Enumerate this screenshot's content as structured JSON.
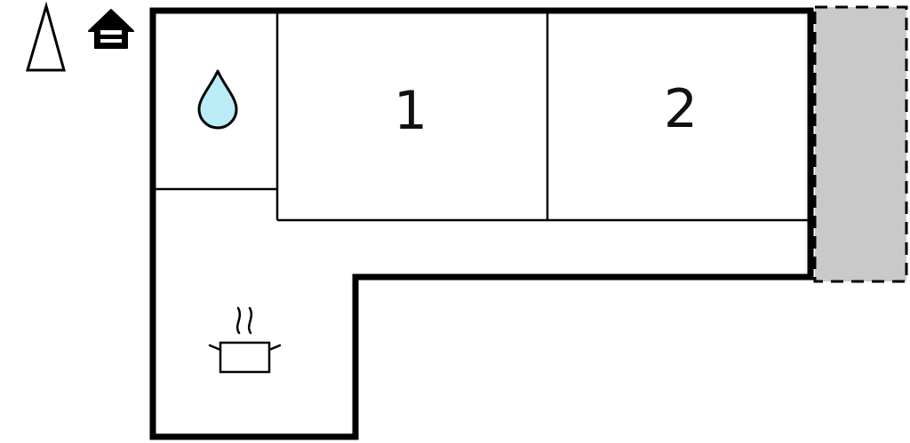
{
  "plan": {
    "title": "floor-plan",
    "rooms": [
      {
        "id": "room-1",
        "label": "1"
      },
      {
        "id": "room-2",
        "label": "2"
      }
    ],
    "icons": {
      "north_arrow": "north-arrow-icon",
      "house": "house-icon",
      "water_drop": "water-drop-icon",
      "stove_pot": "stove-pot-icon"
    },
    "colors": {
      "background": "#ffffff",
      "wall": "#000000",
      "terrace_fill": "#c9c9c9",
      "terrace_stroke": "#000000",
      "water_drop_fill": "#b9ecf5",
      "icon_stroke": "#000000"
    }
  }
}
